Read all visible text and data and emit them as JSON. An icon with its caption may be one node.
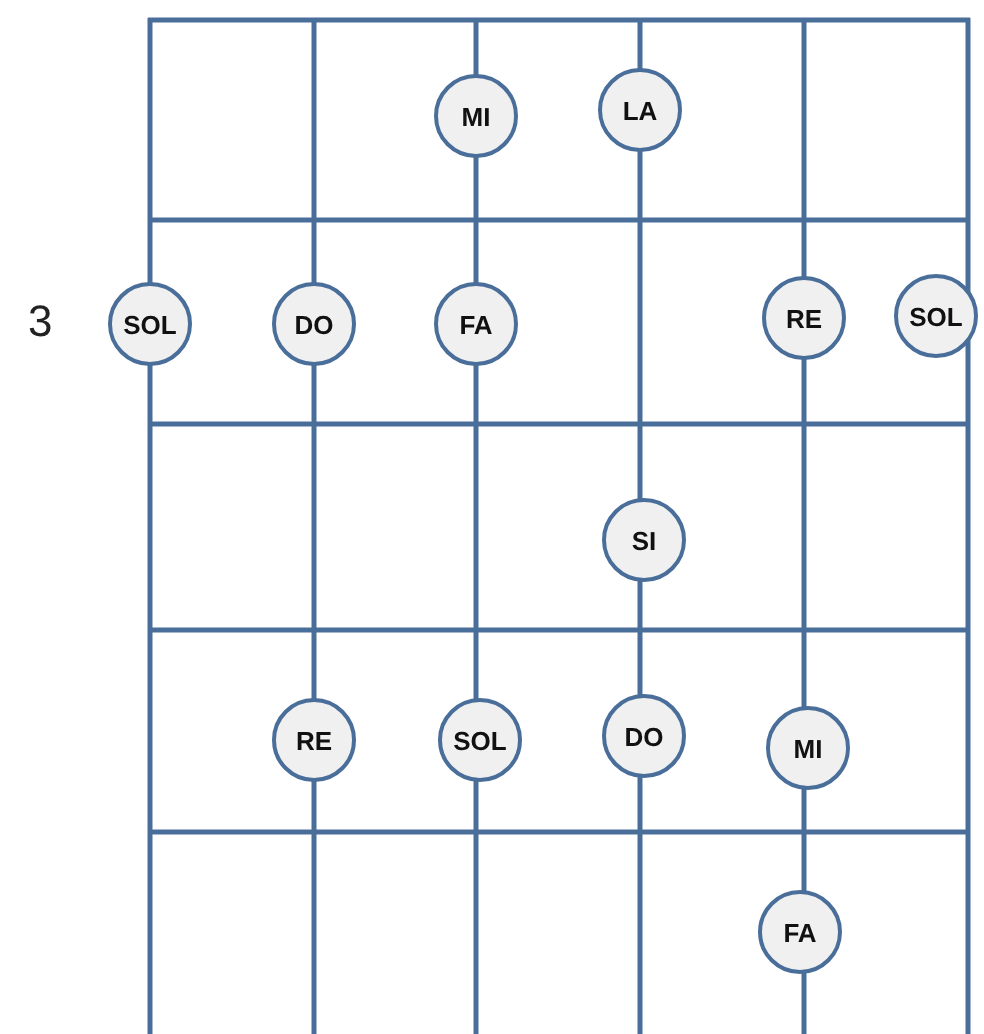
{
  "diagram": {
    "nodes": [
      {
        "text": [
          "MI"
        ]
      },
      {
        "text": [
          "LA"
        ]
      },
      {
        "text": [
          "SOL"
        ]
      },
      {
        "text": [
          "DO"
        ]
      },
      {
        "text": [
          "FA"
        ]
      },
      {
        "text": [
          "RE"
        ]
      },
      {
        "text": [
          "SOL"
        ]
      },
      {
        "text": [
          "SI"
        ]
      },
      {
        "text": [
          "RE"
        ]
      },
      {
        "text": [
          "SOL"
        ]
      },
      {
        "text": [
          "DO"
        ]
      },
      {
        "text": [
          "MI"
        ]
      },
      {
        "text": [
          "FA"
        ]
      }
    ],
    "labels": [
      "3"
    ]
  }
}
